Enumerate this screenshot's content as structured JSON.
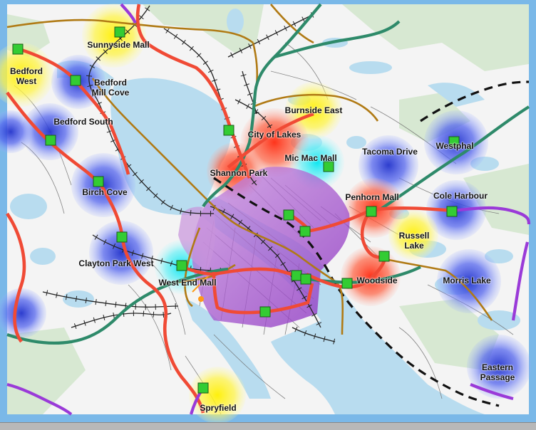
{
  "map": {
    "labels": {
      "sunnyside_mall": "Sunnyside Mall",
      "bedford_west": "Bedford\nWest",
      "bedford_mill_cove": "Bedford\nMill Cove",
      "bedford_south": "Bedford South",
      "burnside_east": "Burnside East",
      "city_of_lakes": "City of Lakes",
      "mic_mac_mall": "Mic Mac Mall",
      "tacoma_drive": "Tacoma Drive",
      "westphal": "Westphal",
      "shannon_park": "Shannon Park",
      "birch_cove": "Birch Cove",
      "penhorn_mall": "Penhorn Mall",
      "cole_harbour": "Cole Harbour",
      "russell_lake": "Russell\nLake",
      "clayton_park_west": "Clayton Park West",
      "west_end_mall": "West End Mall",
      "woodside": "Woodside",
      "morris_lake": "Morris Lake",
      "eastern_passage": "Eastern\nPassage",
      "spryfield": "Spryfield"
    },
    "colors": {
      "water": "#b8dcef",
      "land": "#f4f4f4",
      "park": "#d7e8d2",
      "frame": "#7ab8e8",
      "red_route": "#f04a35",
      "brown_route": "#b07a14",
      "green_route": "#2e8a6a",
      "purple_route": "#9a3ad8",
      "dashed_route": "#111111",
      "rail": "#222222",
      "stop_fill": "#33cc33",
      "halo_blue": "#3355dd",
      "halo_red": "#ff3322",
      "halo_yellow": "#ffee33",
      "halo_cyan": "#33e0ee",
      "zone_purple": "#b46ad4"
    }
  }
}
